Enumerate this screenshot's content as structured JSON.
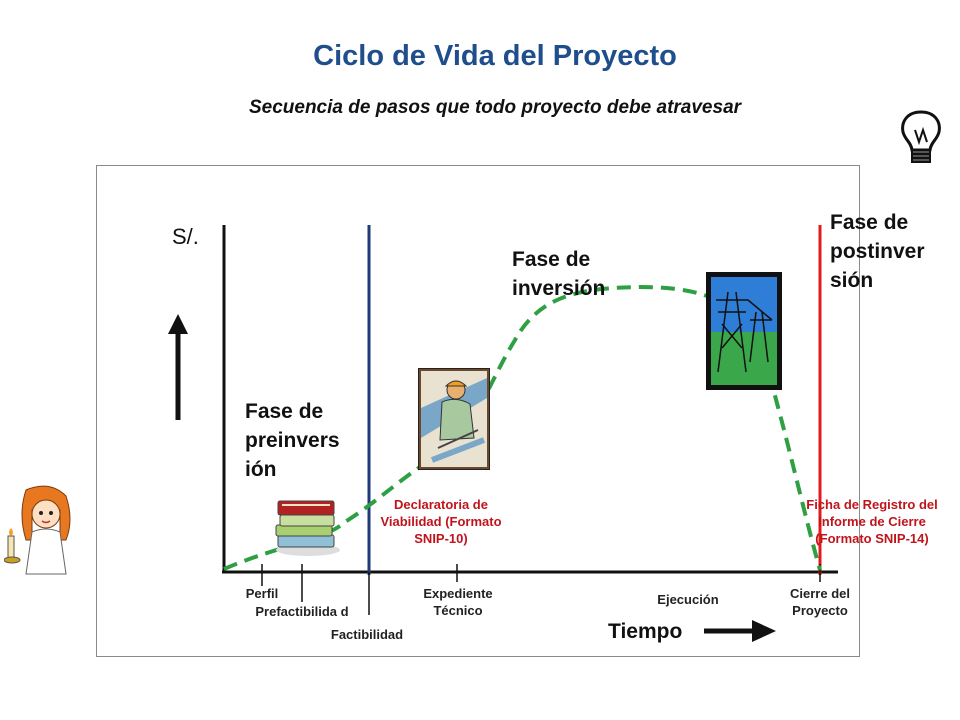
{
  "title": "Ciclo de Vida del Proyecto",
  "subtitle": "Secuencia de pasos que todo proyecto debe atravesar",
  "axis": {
    "y_label": "S/.",
    "x_label": "Tiempo"
  },
  "phases": {
    "preinversion": "Fase de preinvers ión",
    "inversion": "Fase de inversión",
    "postinversion": "Fase de postinver sión"
  },
  "notes": {
    "declaratoria": "Declaratoria de Viabilidad (Formato SNIP-10)",
    "ficha": "Ficha de Registro del Informe de Cierre (Formato SNIP-14)"
  },
  "stages": {
    "perfil": "Perfil",
    "prefactibilidad": "Prefactibilida d",
    "factibilidad": "Factibilidad",
    "expediente": "Expediente Técnico",
    "ejecucion": "Ejecución",
    "cierre": "Cierre del Proyecto"
  },
  "colors": {
    "title": "#1f4e8c",
    "curve": "#2ea043",
    "divider_inversion": "#1f3a7a",
    "divider_postinversion": "#e01b1b",
    "notes": "#c0141c"
  },
  "icons": [
    "lightbulb-icon",
    "books-icon",
    "engineer-icon",
    "power-tower-icon",
    "girl-candle-icon",
    "arrow-up-icon",
    "arrow-right-icon"
  ]
}
